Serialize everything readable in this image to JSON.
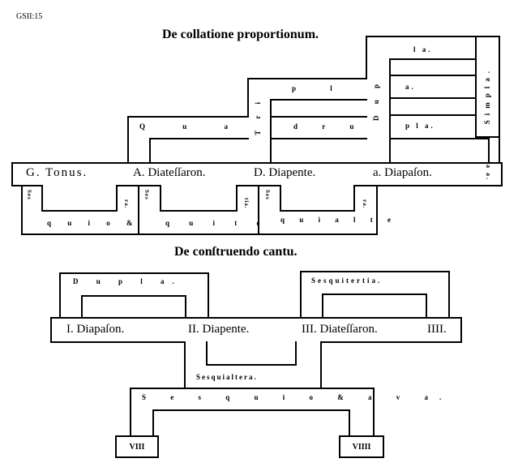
{
  "ref_label": "GSII:15",
  "diagram1": {
    "title": "De collatione proportionum.",
    "notes": [
      {
        "label": "G. Tonus."
      },
      {
        "label": "A. Diateſſaron."
      },
      {
        "label": "D. Diapente."
      },
      {
        "label": "a. Diapaſon."
      },
      {
        "label": "a a."
      }
    ],
    "upper_arcs": {
      "qua": "Q u a",
      "tri_vertical": "T r i",
      "tri_top": "p  l",
      "dru": "d r u",
      "dup_vertical": "D u p",
      "dupla_top": "l a.",
      "dupla_mid": "a.",
      "dupla_bottom": "p l a.",
      "simpla_vertical": "Simpla."
    },
    "lower_arcs": [
      {
        "bottom": "q u i o & a .",
        "left": "Ses",
        "right": "ra."
      },
      {
        "bottom": "q u i t e r",
        "left": "Ses",
        "right": "tia."
      },
      {
        "bottom": "q u i a l t e",
        "left": "Ses",
        "right": "ra."
      }
    ]
  },
  "diagram2": {
    "title": "De conſtruendo cantu.",
    "notes": [
      {
        "label": "I. Diapaſon."
      },
      {
        "label": "II. Diapente."
      },
      {
        "label": "III. Diateſſaron."
      },
      {
        "label": "IIII."
      }
    ],
    "arcs": {
      "dupla": "D u p l a.",
      "sesquitertia": "Sesquitertia.",
      "sesquialtera": "Sesquialtera.",
      "sesquioctava": "S e s q u i o & a v a."
    },
    "endpoints": [
      {
        "label": "VIII"
      },
      {
        "label": "VIIII"
      }
    ]
  }
}
